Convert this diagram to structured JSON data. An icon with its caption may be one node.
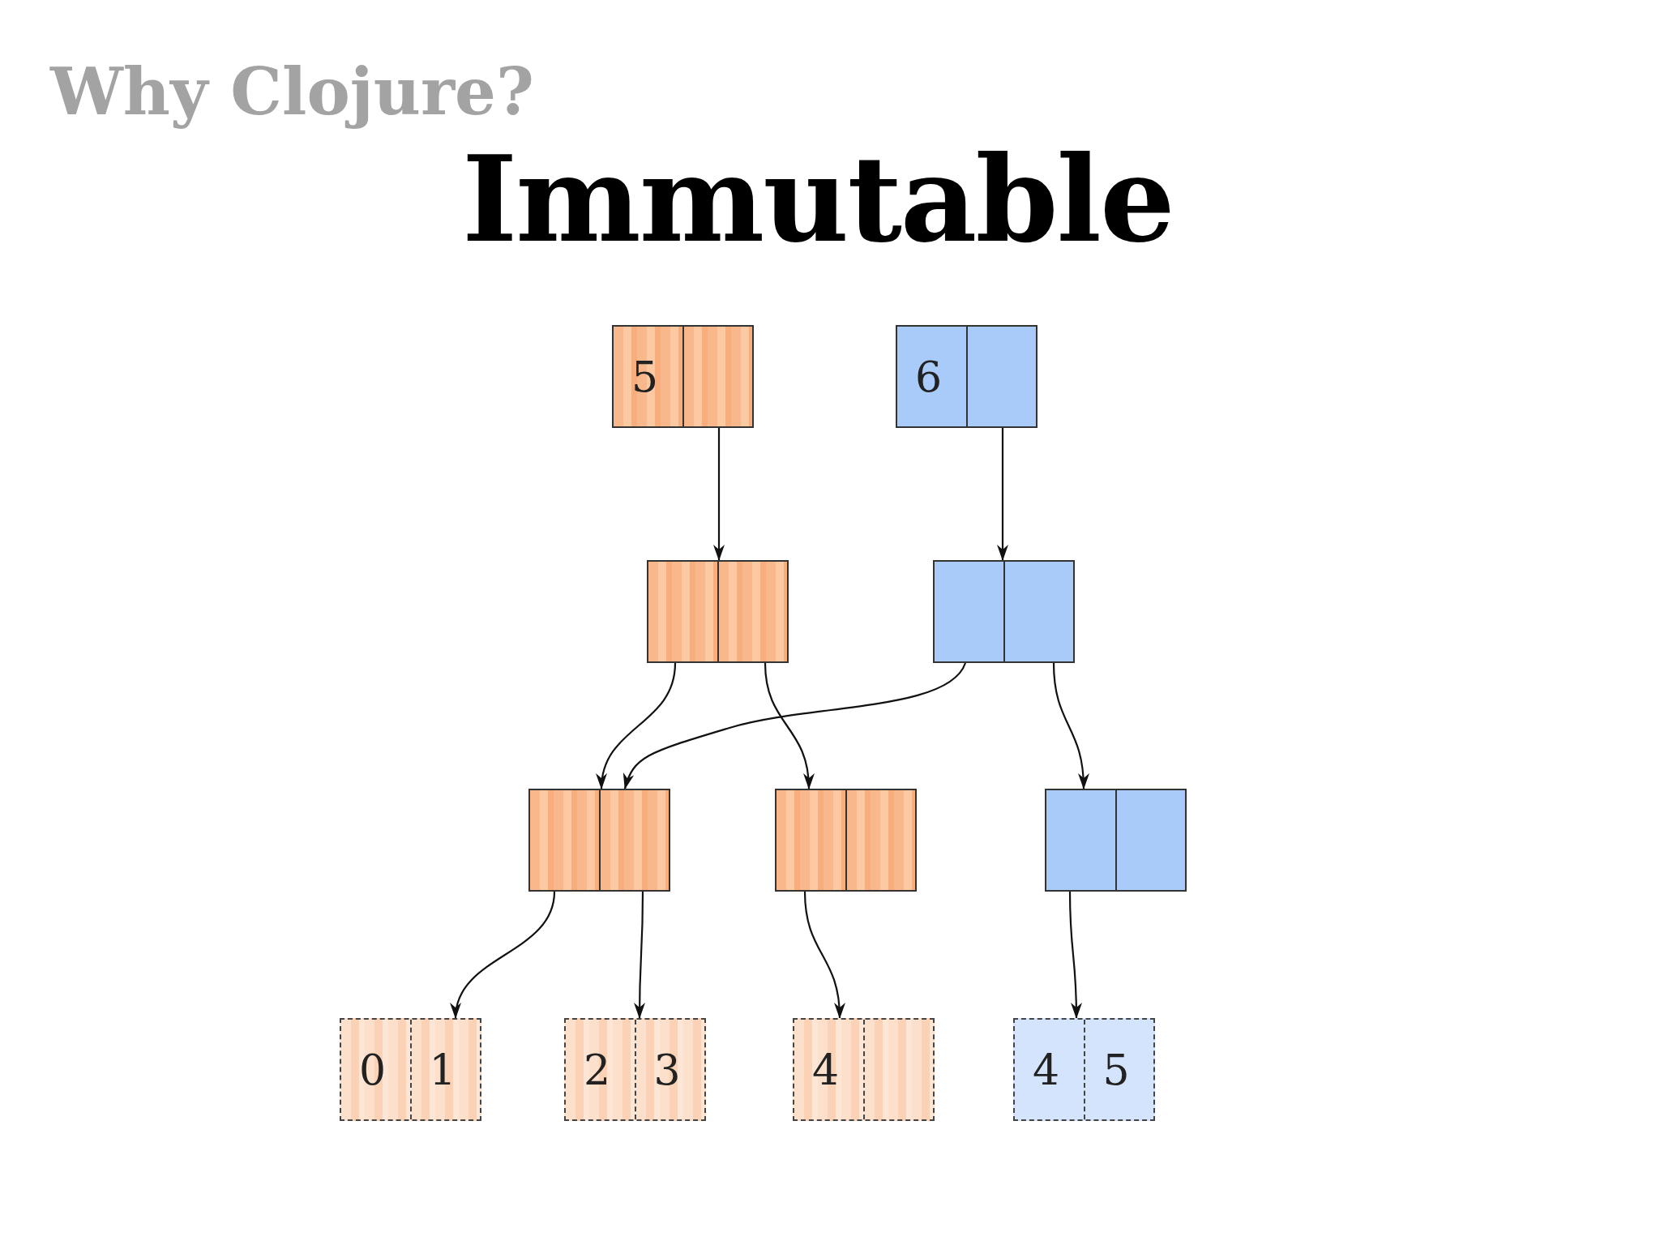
{
  "diagram": {
    "title": "Immutable",
    "nodes": [
      {
        "text": [
          "5"
        ]
      },
      {
        "text": [
          "6"
        ]
      },
      {
        "text": [],
        "shape": "box"
      },
      {
        "text": [],
        "shape": "box"
      },
      {
        "text": [],
        "shape": "box"
      },
      {
        "text": [],
        "shape": "box"
      },
      {
        "text": [],
        "shape": "box"
      },
      {
        "text": [
          "0",
          "1"
        ]
      },
      {
        "text": [
          "2",
          "3"
        ]
      },
      {
        "text": [
          "4"
        ]
      },
      {
        "text": [
          "4",
          "5"
        ]
      }
    ],
    "edges": [
      {
        "from": 0,
        "to": 2,
        "arrow": "to"
      },
      {
        "from": 1,
        "to": 3,
        "arrow": "to"
      },
      {
        "from": 2,
        "to": 4,
        "arrow": "to"
      },
      {
        "from": 2,
        "to": 5,
        "arrow": "to"
      },
      {
        "from": 3,
        "to": 4,
        "arrow": "to"
      },
      {
        "from": 3,
        "to": 6,
        "arrow": "to"
      },
      {
        "from": 4,
        "to": 7,
        "arrow": "to"
      },
      {
        "from": 4,
        "to": 8,
        "arrow": "to"
      },
      {
        "from": 5,
        "to": 9,
        "arrow": "to"
      },
      {
        "from": 6,
        "to": 10,
        "arrow": "to"
      }
    ],
    "labels": [
      "Why Clojure?"
    ]
  }
}
